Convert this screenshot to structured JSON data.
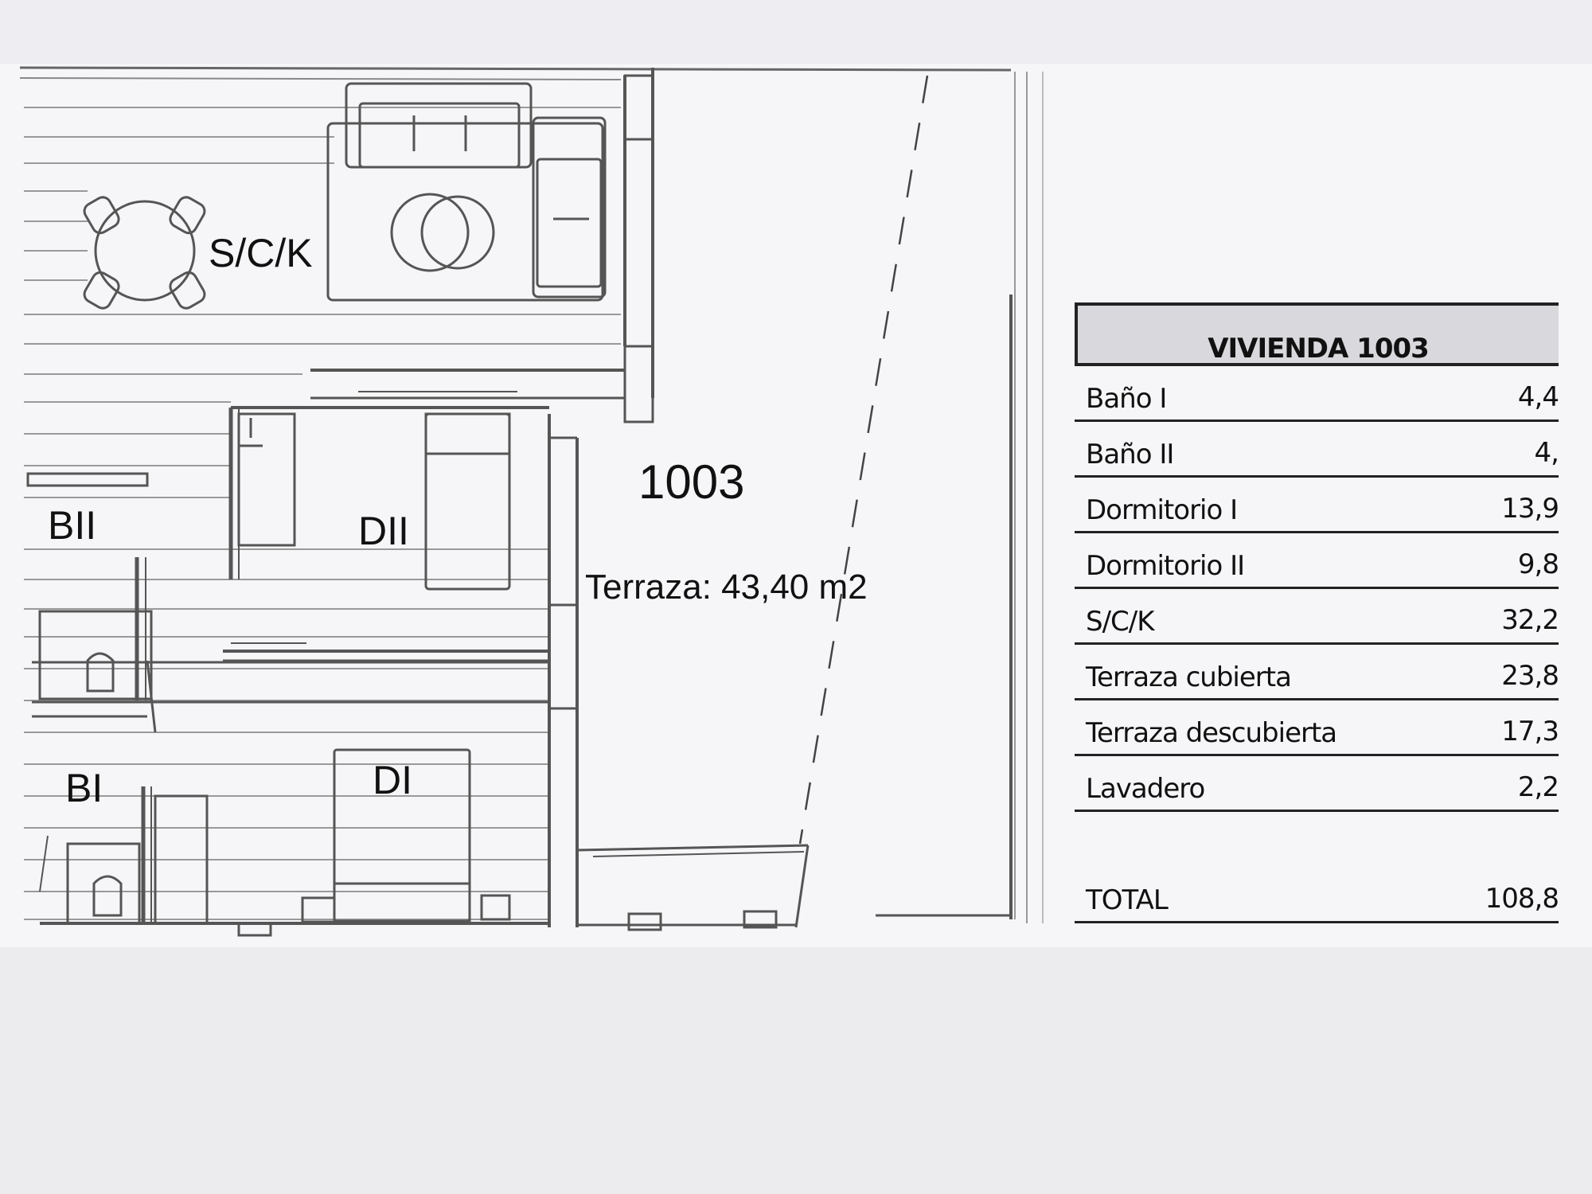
{
  "plan": {
    "unit_number": "1003",
    "terrace_label": "Terraza: 43,40 m2",
    "rooms": {
      "sck": "S/C/K",
      "bii": "BII",
      "dii": "DII",
      "bi": "BI",
      "di": "DI"
    }
  },
  "table": {
    "title": "VIVIENDA 1003",
    "rows": [
      {
        "label": "Baño I",
        "value": "4,4"
      },
      {
        "label": "Baño II",
        "value": "4,"
      },
      {
        "label": "Dormitorio I",
        "value": "13,9"
      },
      {
        "label": "Dormitorio II",
        "value": "9,8"
      },
      {
        "label": "S/C/K",
        "value": "32,2"
      },
      {
        "label": "Terraza cubierta",
        "value": "23,8"
      },
      {
        "label": "Terraza descubierta",
        "value": "17,3"
      },
      {
        "label": "Lavadero",
        "value": "2,2"
      }
    ],
    "total_label": "TOTAL",
    "total_value": "108,8"
  }
}
